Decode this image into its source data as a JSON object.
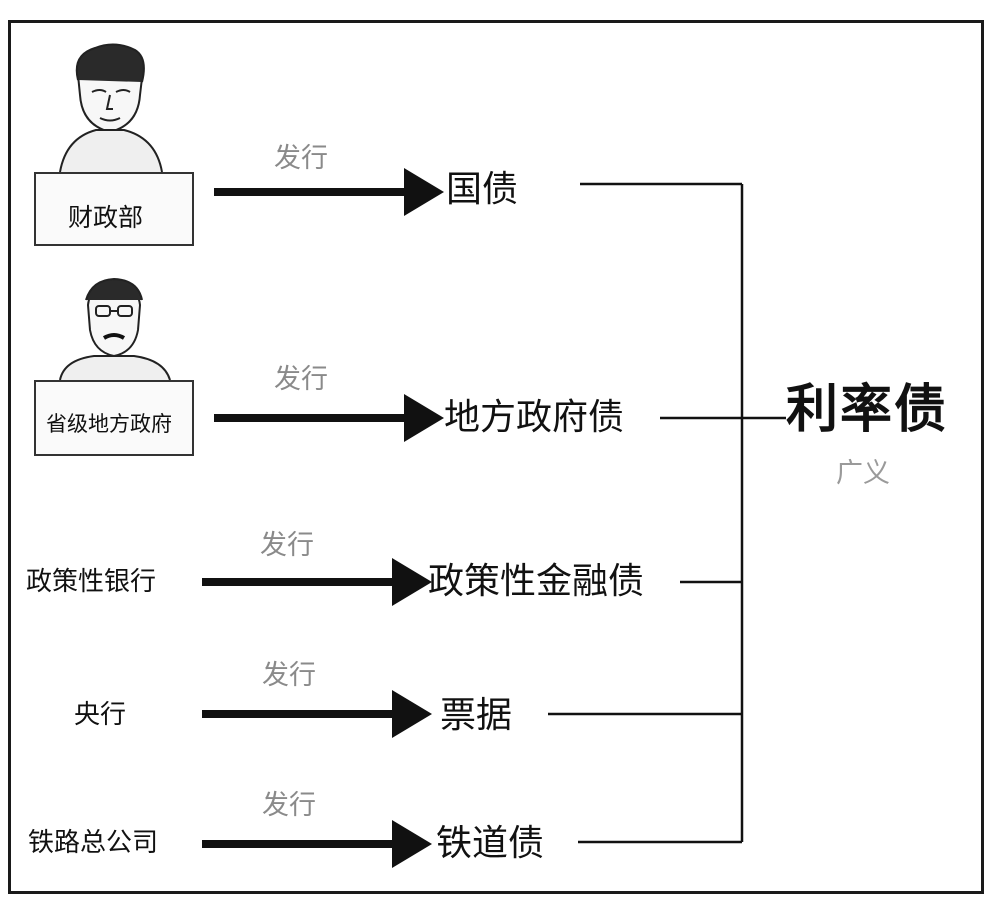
{
  "diagram": {
    "verb": "发行",
    "result": {
      "label": "利率债",
      "note": "广义"
    },
    "rows": [
      {
        "issuer": "财政部",
        "bond": "国债",
        "figure": "official-cartoon"
      },
      {
        "issuer": "省级地方政府",
        "bond": "地方政府债",
        "figure": "official-with-glasses-cartoon"
      },
      {
        "issuer": "政策性银行",
        "bond": "政策性金融债"
      },
      {
        "issuer": "央行",
        "bond": "票据"
      },
      {
        "issuer": "铁路总公司",
        "bond": "铁道债"
      }
    ]
  }
}
